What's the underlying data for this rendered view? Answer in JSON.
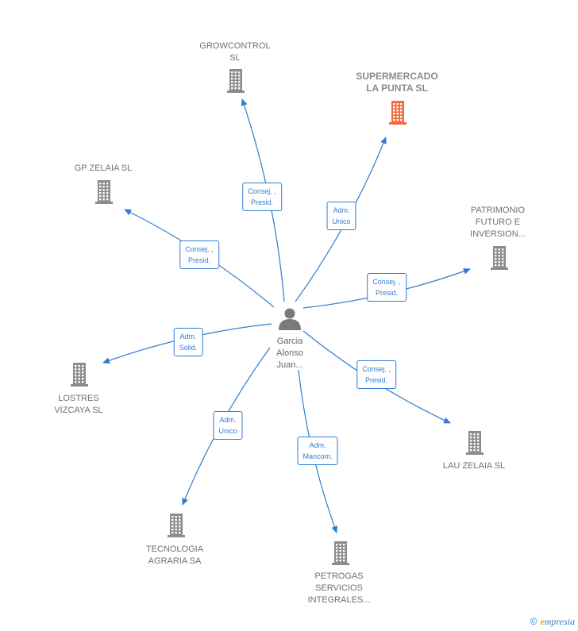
{
  "center": {
    "label": "Garcia\nAlonso\nJuan..."
  },
  "colors": {
    "edge": "#2f7dd1",
    "building": "#8c8c8c",
    "highlight": "#f26a3d"
  },
  "nodes": [
    {
      "id": "growcontrol",
      "label": "GROWCONTROL\nSL",
      "highlight": false,
      "relation": "Consej. ,\nPresid."
    },
    {
      "id": "supermercado",
      "label": "SUPERMERCADO\nLA PUNTA  SL",
      "highlight": true,
      "relation": "Adm.\nUnico"
    },
    {
      "id": "gp-zelaia",
      "label": "GP ZELAIA  SL",
      "highlight": false,
      "relation": "Consej. ,\nPresid."
    },
    {
      "id": "patrimonio",
      "label": "PATRIMONIO\nFUTURO E\nINVERSION...",
      "highlight": false,
      "relation": "Consej. ,\nPresid."
    },
    {
      "id": "lostres",
      "label": "LOSTRES\nVIZCAYA SL",
      "highlight": false,
      "relation": "Adm.\nSolid."
    },
    {
      "id": "lau-zelaia",
      "label": "LAU ZELAIA  SL",
      "highlight": false,
      "relation": "Consej. ,\nPresid."
    },
    {
      "id": "tecnologia",
      "label": "TECNOLOGIA\nAGRARIA SA",
      "highlight": false,
      "relation": "Adm.\nUnico"
    },
    {
      "id": "petrogas",
      "label": "PETROGAS\nSERVICIOS\nINTEGRALES...",
      "highlight": false,
      "relation": "Adm.\nMancom."
    }
  ],
  "footer": {
    "copyright": "©",
    "brand_e": "e",
    "brand_rest": "mpresia"
  }
}
